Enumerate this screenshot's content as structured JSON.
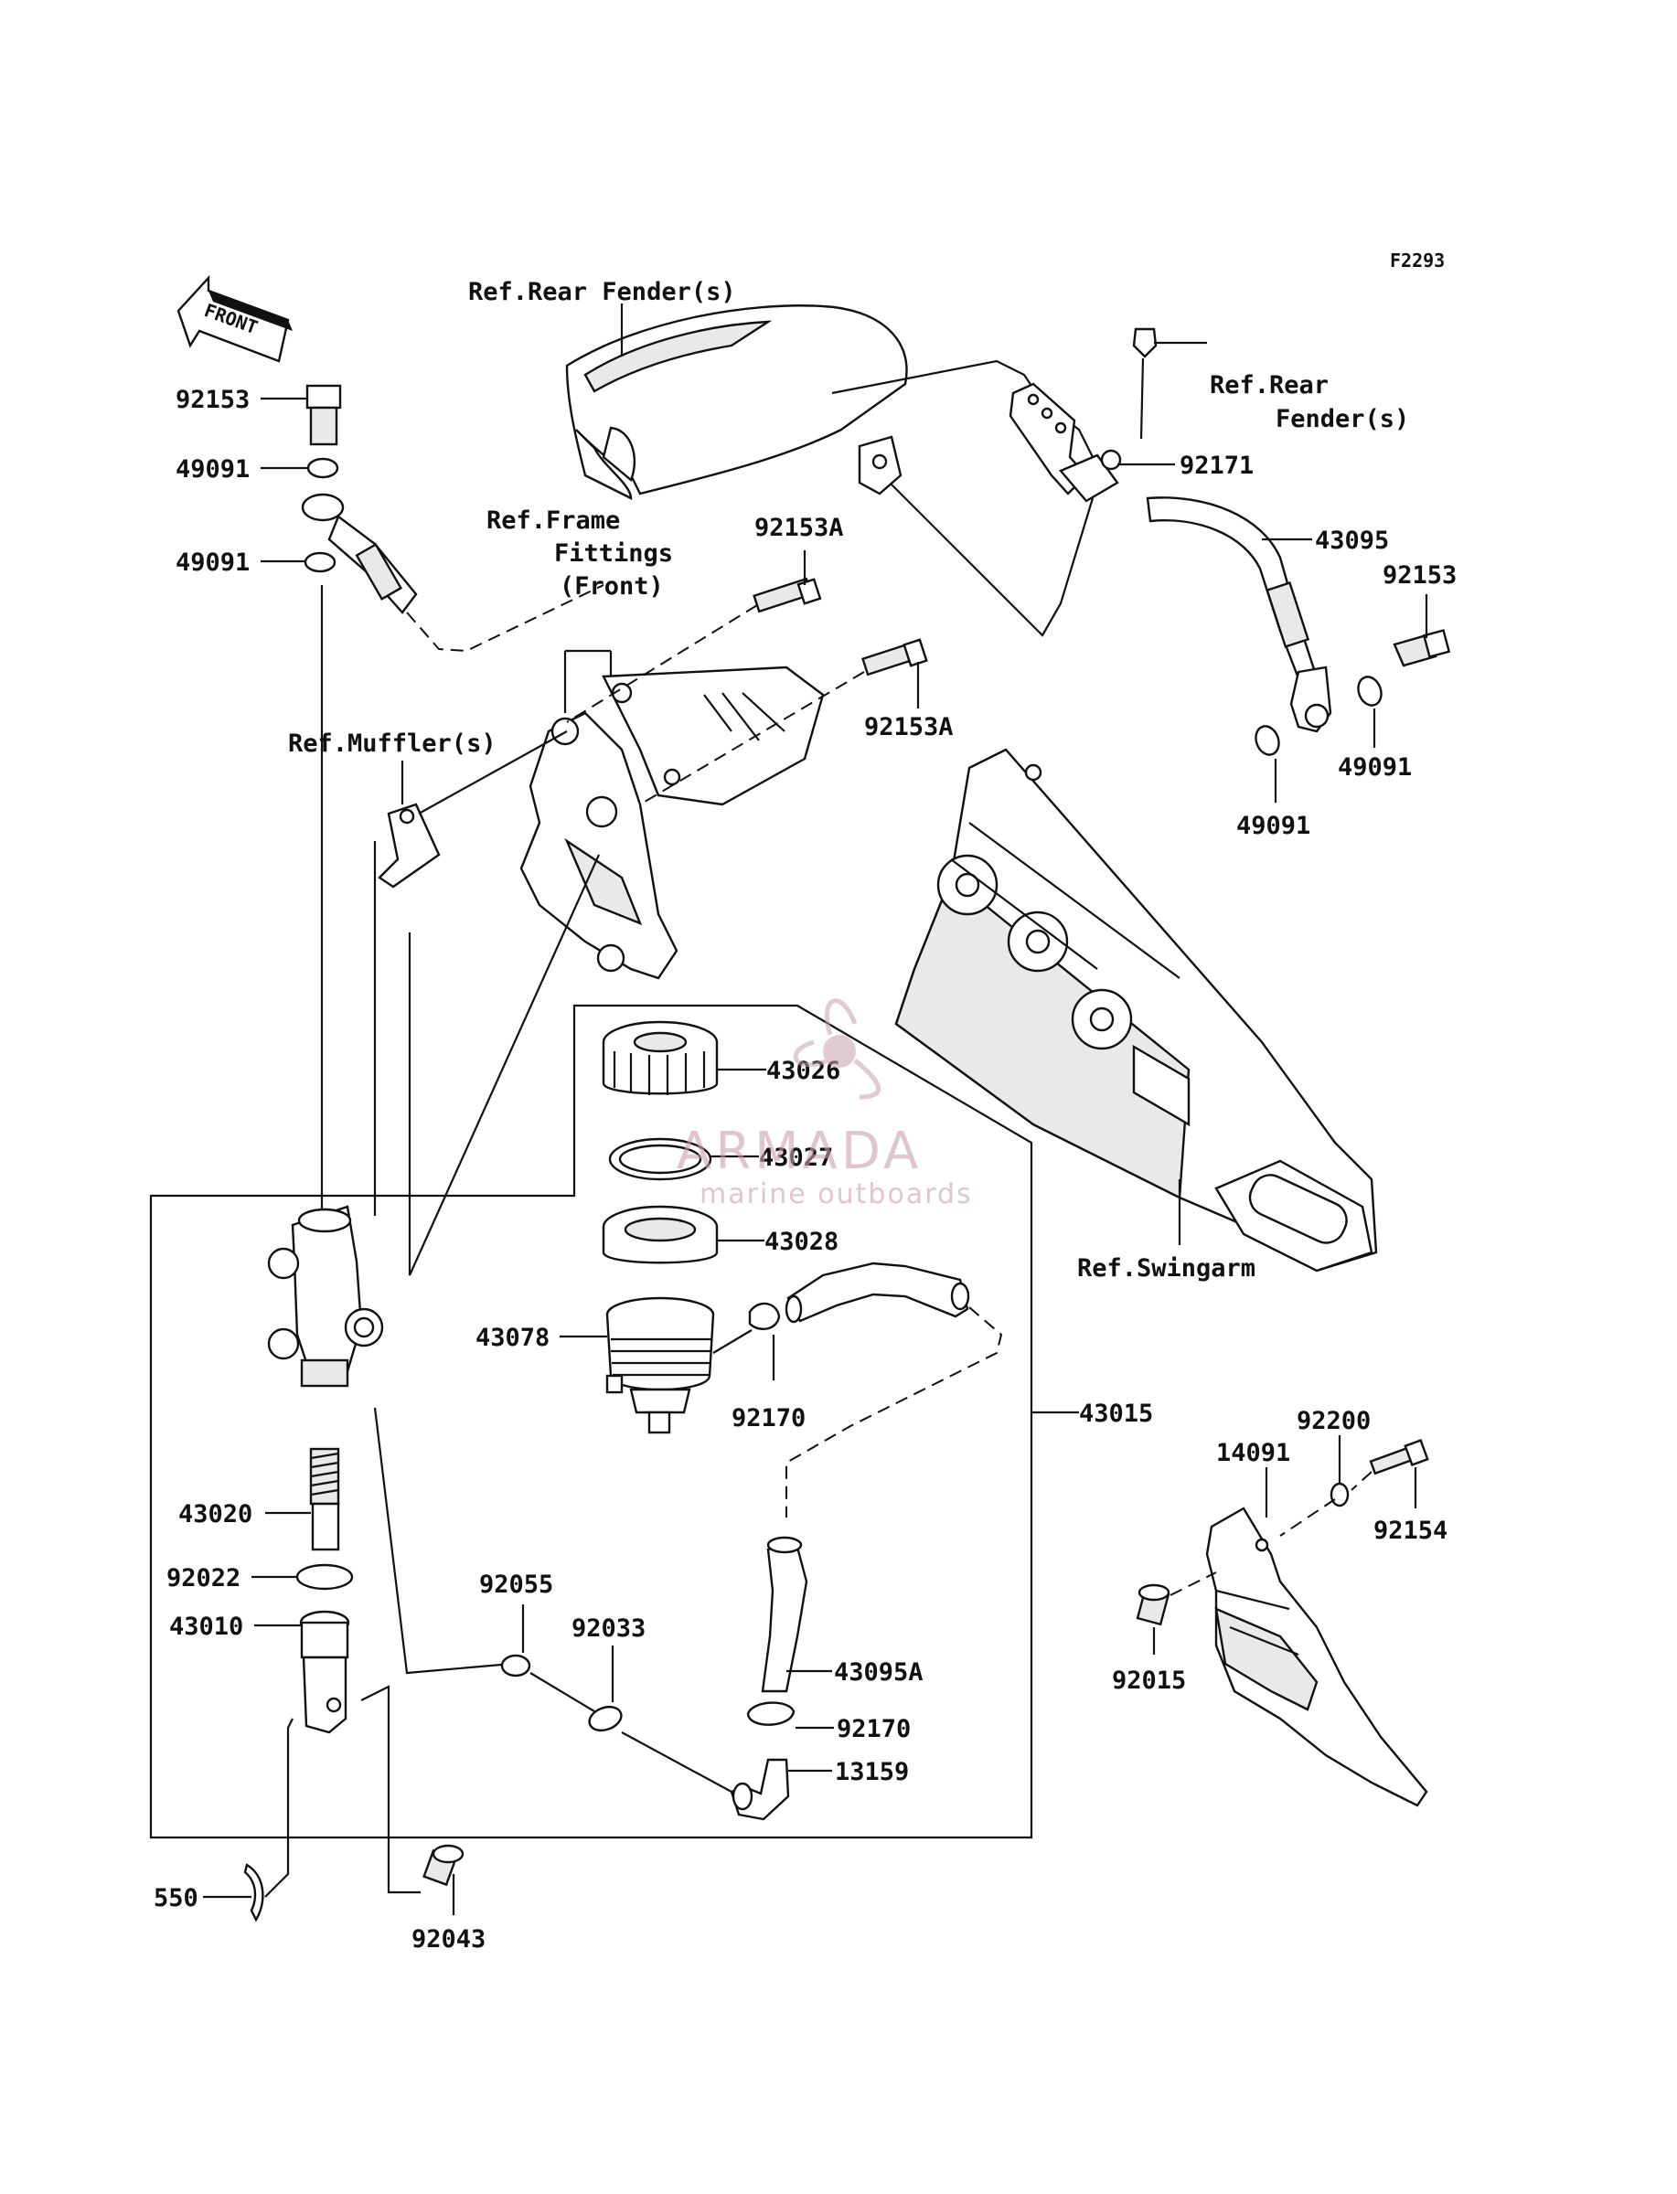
{
  "figure_code": "F2293",
  "watermark": {
    "brand": "ARMADA",
    "tagline": "marine outboards",
    "color": "#c9a0ad"
  },
  "front_arrow": "FRONT",
  "refs": {
    "rear_fender_top": "Ref.Rear Fender(s)",
    "rear_fender_right_1": "Ref.Rear",
    "rear_fender_right_2": "Fender(s)",
    "frame_fittings_1": "Ref.Frame",
    "frame_fittings_2": "Fittings",
    "frame_fittings_3": "(Front)",
    "muffler": "Ref.Muffler(s)",
    "swingarm": "Ref.Swingarm"
  },
  "parts": {
    "p92153_top": "92153",
    "p49091_a": "49091",
    "p49091_b": "49091",
    "p92171": "92171",
    "p43095": "43095",
    "p92153_right": "92153",
    "p92153A_a": "92153A",
    "p92153A_b": "92153A",
    "p49091_c": "49091",
    "p49091_d": "49091",
    "p43026": "43026",
    "p43027": "43027",
    "p43028": "43028",
    "p43078": "43078",
    "p92170_a": "92170",
    "p43015": "43015",
    "p92200": "92200",
    "p14091": "14091",
    "p92154": "92154",
    "p92015": "92015",
    "p43020": "43020",
    "p92022": "92022",
    "p43010": "43010",
    "p92055": "92055",
    "p92033": "92033",
    "p43095A": "43095A",
    "p92170_b": "92170",
    "p13159": "13159",
    "p550": "550",
    "p92043": "92043"
  }
}
